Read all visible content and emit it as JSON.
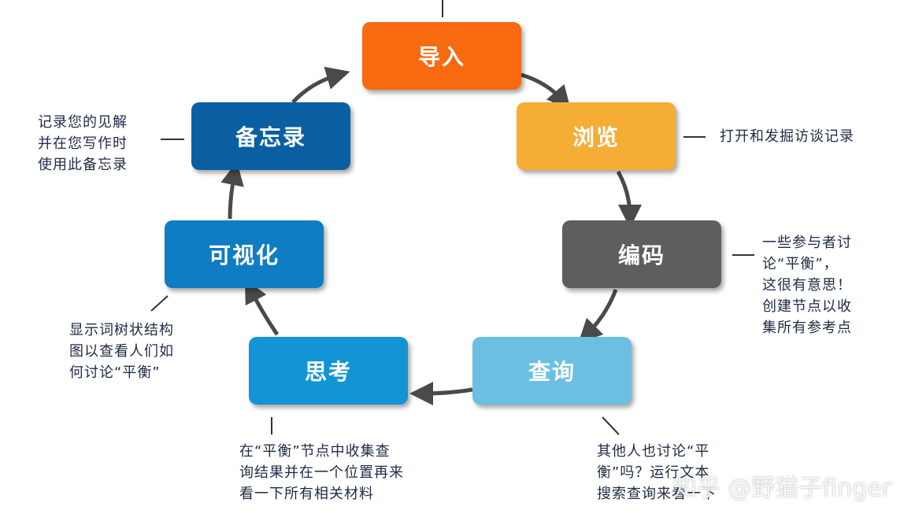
{
  "nodes": {
    "import": {
      "label": "导入",
      "color": "#f86a10"
    },
    "browse": {
      "label": "浏览",
      "color": "#f5ad35"
    },
    "code": {
      "label": "编码",
      "color": "#5e5e5e"
    },
    "query": {
      "label": "查询",
      "color": "#6bbfe3"
    },
    "think": {
      "label": "思考",
      "color": "#1394d4"
    },
    "visualize": {
      "label": "可视化",
      "color": "#0f7dc4"
    },
    "memo": {
      "label": "备忘录",
      "color": "#0a5fa3"
    }
  },
  "notes": {
    "browse": [
      "打开和发掘访谈记录"
    ],
    "code": [
      "一些参与者讨",
      "论“平衡”，",
      "这很有意思！",
      "创建节点以收",
      "集所有参考点"
    ],
    "query": [
      "其他人也讨论“平",
      "衡”吗？运行文本",
      "搜索查询来看一下"
    ],
    "think": [
      "在“平衡”节点中收集查",
      "询结果并在一个位置再来",
      "看一下所有相关材料"
    ],
    "visualize": [
      "显示词树状结构",
      "图以查看人们如",
      "何讨论“平衡”"
    ],
    "memo": [
      "记录您的见解",
      "并在您写作时",
      "使用此备忘录"
    ]
  },
  "watermark": "知乎 @野猫子finger"
}
